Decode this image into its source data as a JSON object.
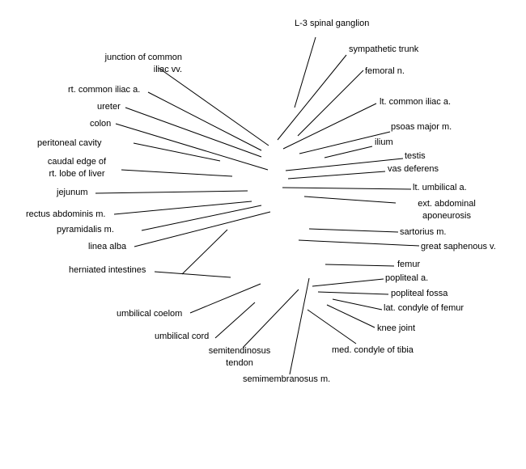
{
  "labels": {
    "l3_spinal_ganglion": "L-3 spinal ganglion",
    "sympathetic_trunk": "sympathetic trunk",
    "femoral_n": "femoral n.",
    "lt_common_iliac_a": "lt. common iliac a.",
    "psoas_major_m": "psoas major m.",
    "ilium": "ilium",
    "testis": "testis",
    "vas_deferens": "vas deferens",
    "lt_umbilical_a": "lt. umbilical a.",
    "ext_abdominal_line1": "ext. abdominal",
    "ext_abdominal_line2": "aponeurosis",
    "sartorius_m": "sartorius m.",
    "great_saphenous_v": "great saphenous v.",
    "femur": "femur",
    "popliteal_a": "popliteal a.",
    "popliteal_fossa": "popliteal fossa",
    "lat_condyle_of_femur": "lat. condyle of femur",
    "knee_joint": "knee joint",
    "med_condyle_of_tibia": "med. condyle of tibia",
    "semimembranosus_m": "semimembranosus m.",
    "semitendinosus_line1": "semitendinosus",
    "semitendinosus_line2": "tendon",
    "umbilical_cord": "umbilical cord",
    "umbilical_coelom": "umbilical coelom",
    "herniated_intestines": "herniated intestines",
    "linea_alba": "linea alba",
    "pyramidalis_m": "pyramidalis m.",
    "rectus_abdominis_m": "rectus abdominis m.",
    "jejunum": "jejunum",
    "caudal_edge_line1": "caudal edge of",
    "caudal_edge_line2": "rt. lobe of liver",
    "peritoneal_cavity": "peritoneal cavity",
    "colon": "colon",
    "ureter": "ureter",
    "rt_common_iliac_a": "rt. common iliac a.",
    "junction_line1": "junction of common",
    "junction_line2": "iliac vv."
  }
}
